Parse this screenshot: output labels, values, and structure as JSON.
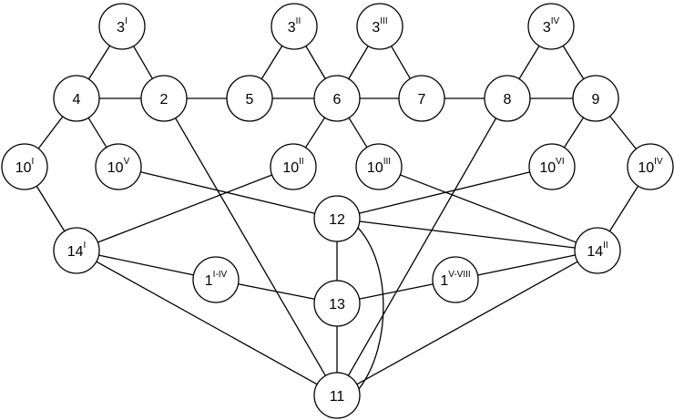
{
  "diagram": {
    "nodes": [
      {
        "id": "3I",
        "label": "3",
        "sup": "I"
      },
      {
        "id": "3II",
        "label": "3",
        "sup": "II"
      },
      {
        "id": "3III",
        "label": "3",
        "sup": "III"
      },
      {
        "id": "3IV",
        "label": "3",
        "sup": "IV"
      },
      {
        "id": "4",
        "label": "4",
        "sup": ""
      },
      {
        "id": "2",
        "label": "2",
        "sup": ""
      },
      {
        "id": "5",
        "label": "5",
        "sup": ""
      },
      {
        "id": "6",
        "label": "6",
        "sup": ""
      },
      {
        "id": "7",
        "label": "7",
        "sup": ""
      },
      {
        "id": "8",
        "label": "8",
        "sup": ""
      },
      {
        "id": "9",
        "label": "9",
        "sup": ""
      },
      {
        "id": "10I",
        "label": "10",
        "sup": "I"
      },
      {
        "id": "10V",
        "label": "10",
        "sup": "V"
      },
      {
        "id": "10II",
        "label": "10",
        "sup": "II"
      },
      {
        "id": "10III",
        "label": "10",
        "sup": "III"
      },
      {
        "id": "10VI",
        "label": "10",
        "sup": "VI"
      },
      {
        "id": "10IV",
        "label": "10",
        "sup": "IV"
      },
      {
        "id": "12",
        "label": "12",
        "sup": ""
      },
      {
        "id": "14I",
        "label": "14",
        "sup": "I"
      },
      {
        "id": "14II",
        "label": "14",
        "sup": "II"
      },
      {
        "id": "1I-IV",
        "label": "1",
        "sup": "I-IV"
      },
      {
        "id": "13",
        "label": "13",
        "sup": ""
      },
      {
        "id": "1V-VIII",
        "label": "1",
        "sup": "V-VIII"
      },
      {
        "id": "11",
        "label": "11",
        "sup": ""
      }
    ],
    "edges": [
      [
        "3I",
        "4"
      ],
      [
        "3I",
        "2"
      ],
      [
        "4",
        "2"
      ],
      [
        "2",
        "5"
      ],
      [
        "3II",
        "5"
      ],
      [
        "3II",
        "6"
      ],
      [
        "5",
        "6"
      ],
      [
        "3III",
        "6"
      ],
      [
        "3III",
        "7"
      ],
      [
        "6",
        "7"
      ],
      [
        "7",
        "8"
      ],
      [
        "3IV",
        "8"
      ],
      [
        "3IV",
        "9"
      ],
      [
        "8",
        "9"
      ],
      [
        "4",
        "10I"
      ],
      [
        "4",
        "10V"
      ],
      [
        "6",
        "10II"
      ],
      [
        "6",
        "10III"
      ],
      [
        "9",
        "10VI"
      ],
      [
        "9",
        "10IV"
      ],
      [
        "10I",
        "14I"
      ],
      [
        "10IV",
        "14II"
      ],
      [
        "10V",
        "12"
      ],
      [
        "10II",
        "14I"
      ],
      [
        "10III",
        "14II"
      ],
      [
        "10VI",
        "12"
      ],
      [
        "12",
        "14II"
      ],
      [
        "12",
        "13"
      ],
      [
        "12",
        "11"
      ],
      [
        "14I",
        "1I-IV"
      ],
      [
        "1I-IV",
        "13"
      ],
      [
        "13",
        "1V-VIII"
      ],
      [
        "1V-VIII",
        "14II"
      ],
      [
        "13",
        "11"
      ],
      [
        "14I",
        "11"
      ],
      [
        "14II",
        "11"
      ],
      [
        "2",
        "11"
      ],
      [
        "8",
        "11"
      ]
    ]
  }
}
